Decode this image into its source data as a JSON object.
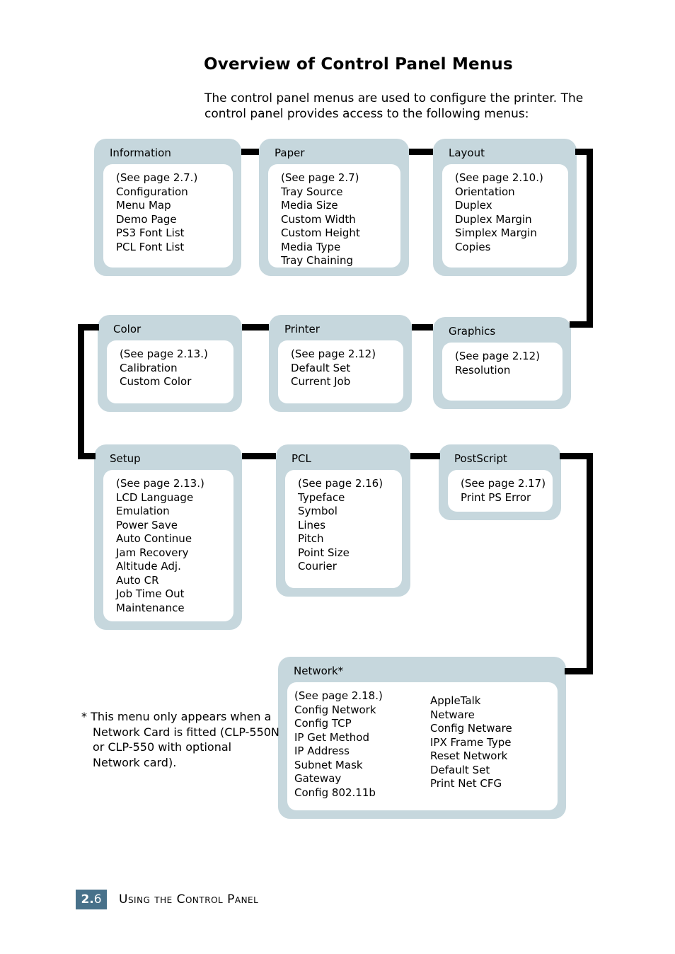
{
  "page": {
    "title": "Overview of Control Panel Menus",
    "intro_lines": [
      "The control panel menus are used to configure the printer. The",
      "control panel provides access to the following menus:"
    ]
  },
  "menus": {
    "information": {
      "label": "Information",
      "items": [
        "(See page 2.7.)",
        "Configuration",
        "Menu Map",
        "Demo Page",
        "PS3 Font List",
        "PCL Font List"
      ]
    },
    "paper": {
      "label": "Paper",
      "items": [
        "(See page 2.7)",
        "Tray Source",
        "Media Size",
        "Custom Width",
        "Custom Height",
        "Media Type",
        "Tray Chaining"
      ]
    },
    "layout": {
      "label": "Layout",
      "items": [
        "(See page 2.10.)",
        "Orientation",
        "Duplex",
        "Duplex Margin",
        "Simplex Margin",
        "Copies"
      ]
    },
    "color": {
      "label": "Color",
      "items": [
        "(See page 2.13.)",
        "Calibration",
        "Custom Color"
      ]
    },
    "printer": {
      "label": "Printer",
      "items": [
        "(See page 2.12)",
        "Default Set",
        "Current Job"
      ]
    },
    "graphics": {
      "label": "Graphics",
      "items": [
        "(See page 2.12)",
        "Resolution"
      ]
    },
    "setup": {
      "label": "Setup",
      "items": [
        "(See page 2.13.)",
        "LCD Language",
        "Emulation",
        "Power Save",
        "Auto Continue",
        "Jam Recovery",
        "Altitude Adj.",
        "Auto CR",
        "Job Time Out",
        "Maintenance"
      ]
    },
    "pcl": {
      "label": "PCL",
      "items": [
        "(See page 2.16)",
        "Typeface",
        "Symbol",
        "Lines",
        "Pitch",
        "Point Size",
        "Courier"
      ]
    },
    "postscript": {
      "label": "PostScript",
      "items": [
        "(See page 2.17)",
        "Print PS Error"
      ]
    },
    "network": {
      "label": "Network*",
      "items_left": [
        "(See page 2.18.)",
        "Config Network",
        "Config TCP",
        "IP Get Method",
        "IP Address",
        "Subnet Mask",
        "Gateway",
        "Config 802.11b"
      ],
      "items_right": [
        "AppleTalk",
        "Netware",
        "Config Netware",
        "IPX Frame Type",
        "Reset Network",
        "Default Set",
        "Print Net CFG"
      ]
    }
  },
  "footnote": {
    "lines": [
      "* This menu only appears when a",
      "Network Card is fitted (CLP-550N",
      "or CLP-550 with optional",
      "Network card)."
    ]
  },
  "footer": {
    "page_number_major": "2.",
    "page_number_minor": "6",
    "section_label": "Using the Control Panel"
  },
  "colors": {
    "box_fill": "#c6d7dd",
    "connector": "#000000",
    "badge_bg": "#48718a",
    "badge_text": "#ffffff"
  }
}
